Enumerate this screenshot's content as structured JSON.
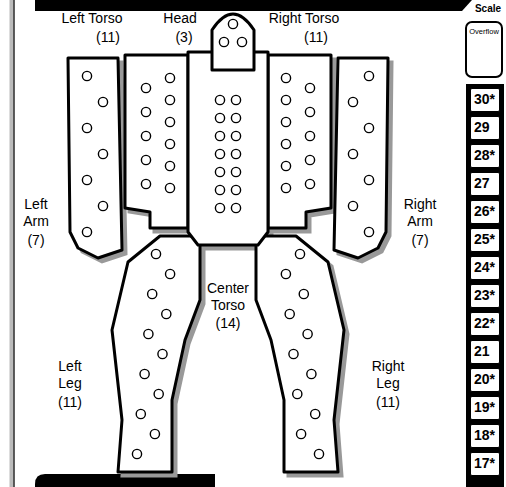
{
  "diagram": {
    "nodes": [
      {
        "text": [
          "Overflow"
        ]
      },
      {
        "text": [
          "30*"
        ]
      },
      {
        "text": [
          "29"
        ]
      },
      {
        "text": [
          "28*"
        ]
      },
      {
        "text": [
          "27"
        ]
      },
      {
        "text": [
          "26*"
        ]
      },
      {
        "text": [
          "25*"
        ]
      },
      {
        "text": [
          "24*"
        ]
      },
      {
        "text": [
          "23*"
        ]
      },
      {
        "text": [
          "22*"
        ]
      },
      {
        "text": [
          "21"
        ]
      },
      {
        "text": [
          "20*"
        ]
      },
      {
        "text": [
          "19*"
        ]
      },
      {
        "text": [
          "18*"
        ]
      },
      {
        "text": [
          "17*"
        ]
      }
    ],
    "labels": [
      "Scale",
      "Left Torso",
      "(11)",
      "Head",
      "(3)",
      "Right Torso",
      "(11)",
      "Left Arm",
      "(7)",
      "Right Arm",
      "(7)",
      "Center Torso",
      "(14)",
      "Left Leg",
      "(11)",
      "Right Leg",
      "(11)"
    ]
  }
}
